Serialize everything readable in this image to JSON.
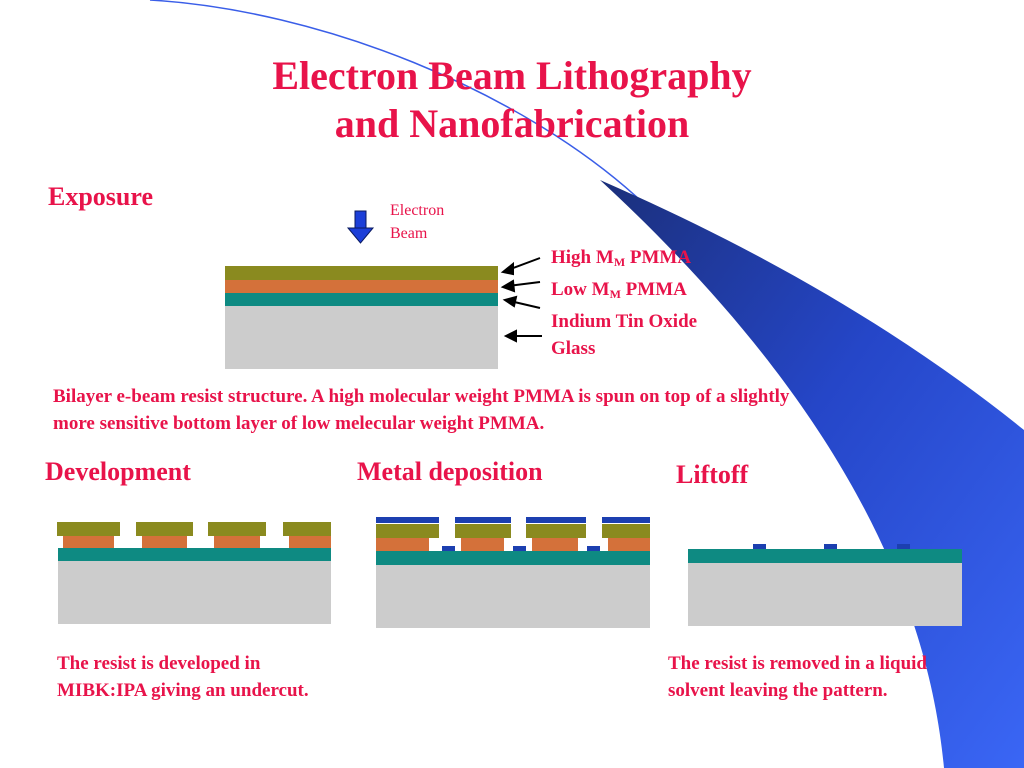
{
  "title": {
    "line1": "Electron Beam Lithography",
    "line2": "and Nanofabrication"
  },
  "colors": {
    "heading_red": "#e8134a",
    "high_mm_pmma": "#8a8a1f",
    "low_mm_pmma": "#d4713a",
    "ito": "#0e8a82",
    "glass": "#cccccc",
    "metal": "#1c3fb0",
    "swoosh_dark": "#1b2f7a",
    "swoosh_light": "#3a66f5"
  },
  "exposure": {
    "heading": "Exposure",
    "beam_label_line1": "Electron",
    "beam_label_line2": "Beam",
    "layers": [
      {
        "name": "High M",
        "sub": "M",
        "suffix": " PMMA"
      },
      {
        "name": "Low M",
        "sub": "M",
        "suffix": " PMMA"
      },
      {
        "name": "Indium Tin Oxide",
        "sub": "",
        "suffix": ""
      },
      {
        "name": "Glass",
        "sub": "",
        "suffix": ""
      }
    ],
    "description_line1": "Bilayer e-beam resist structure. A high molecular weight PMMA is spun on top of a slightly",
    "description_line2": "more sensitive bottom layer of low melecular weight PMMA."
  },
  "development": {
    "heading": "Development",
    "caption_line1": "The resist is developed in",
    "caption_line2": "MIBK:IPA giving an undercut."
  },
  "metal_deposition": {
    "heading": "Metal deposition"
  },
  "liftoff": {
    "heading": "Liftoff",
    "caption_line1": "The resist is removed in a liquid",
    "caption_line2": "solvent leaving the pattern."
  }
}
